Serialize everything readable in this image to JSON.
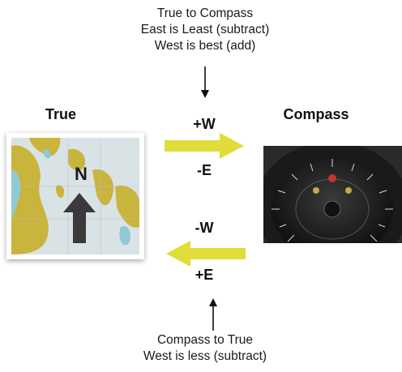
{
  "top_note": {
    "line1": "True to Compass",
    "line2": "East is Least (subtract)",
    "line3": "West is best (add)"
  },
  "bottom_note": {
    "line1": "Compass to True",
    "line2": "West is less (subtract)"
  },
  "true_label": "True",
  "compass_label": "Compass",
  "map_north_letter": "N",
  "forward_signs": {
    "upper": "+W",
    "lower": "-E"
  },
  "reverse_signs": {
    "upper": "-W",
    "lower": "+E"
  },
  "colors": {
    "arrow_yellow": "#e0dd3a",
    "map_land": "#c9b43e",
    "map_water": "#d9e3e6",
    "map_shallow": "#8fc9d6",
    "compass_dark": "#1f1f1f"
  },
  "icons": {
    "down_arrow": "down-arrow-icon",
    "up_arrow": "up-arrow-icon",
    "right_arrow": "right-arrow-icon",
    "left_arrow": "left-arrow-icon",
    "north_arrow": "north-arrow-icon"
  }
}
